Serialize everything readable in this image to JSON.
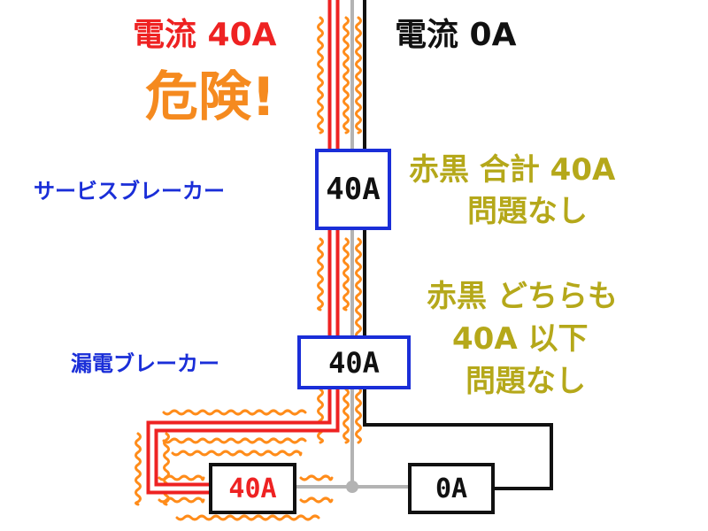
{
  "labels": {
    "current_red": "電流 40A",
    "danger": "危険!",
    "current_black": "電流 0A",
    "service_breaker": "サービスブレーカー",
    "leak_breaker": "漏電ブレーカー",
    "note1_line1": "赤黒 合計 40A",
    "note1_line2": "問題なし",
    "note2_line1": "赤黒 どちらも",
    "note2_line2": "40A 以下",
    "note2_line3": "問題なし"
  },
  "boxes": {
    "service_breaker": "40A",
    "leak_breaker": "40A",
    "load_red": "40A",
    "load_black": "0A"
  },
  "colors": {
    "red_wire": "#ee2222",
    "black_wire": "#111111",
    "neutral_wire": "#b3b3b3",
    "heat": "#ff8c1a",
    "blue": "#1a2ed8",
    "olive": "#b5a81a",
    "orange_text": "#f58a1f"
  }
}
